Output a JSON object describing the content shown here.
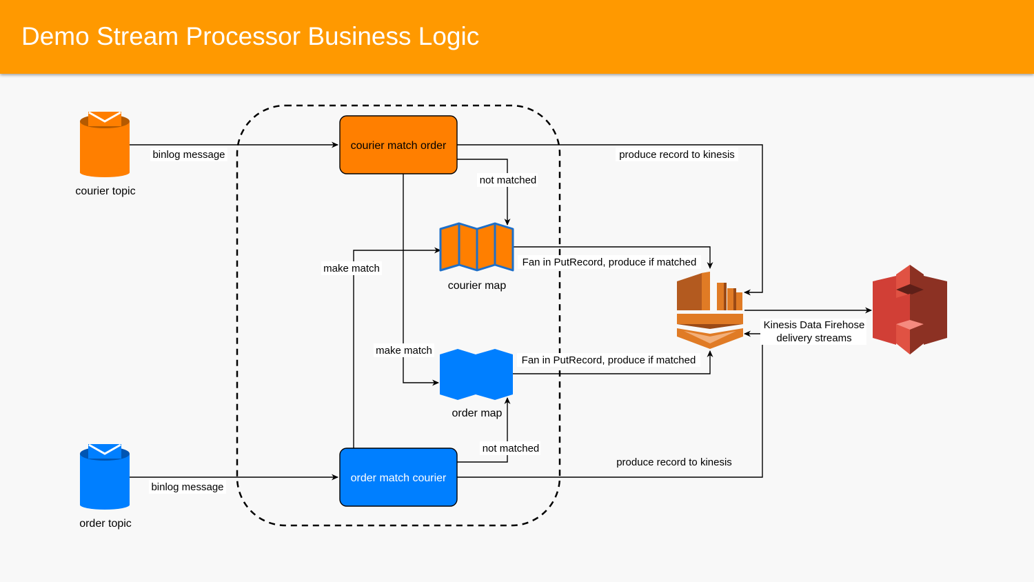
{
  "page": {
    "title": "Demo Stream Processor Business Logic"
  },
  "diagram": {
    "sources": {
      "courier_topic": "courier topic",
      "order_topic": "order topic"
    },
    "processors": {
      "courier_match_order": "courier match order",
      "order_match_courier": "order match courier"
    },
    "maps": {
      "courier_map": "courier map",
      "order_map": "order map"
    },
    "sink": {
      "line1": "Kinesis Data Firehose",
      "line2": "delivery streams"
    },
    "edge_labels": {
      "binlog_courier": "binlog message",
      "binlog_order": "binlog message",
      "produce_top": "produce record to kinesis",
      "produce_bottom": "produce record to kinesis",
      "not_matched_top": "not matched",
      "not_matched_bottom": "not matched",
      "make_match_left": "make match",
      "make_match_center": "make match",
      "fan_in_courier": "Fan in PutRecord, produce if matched",
      "fan_in_order": "Fan in PutRecord, produce if matched"
    },
    "colors": {
      "header": "#ff9900",
      "courier": "#ff7f00",
      "order": "#007fff",
      "kinesis": "#e07b25",
      "s3": "#d13f36"
    }
  }
}
